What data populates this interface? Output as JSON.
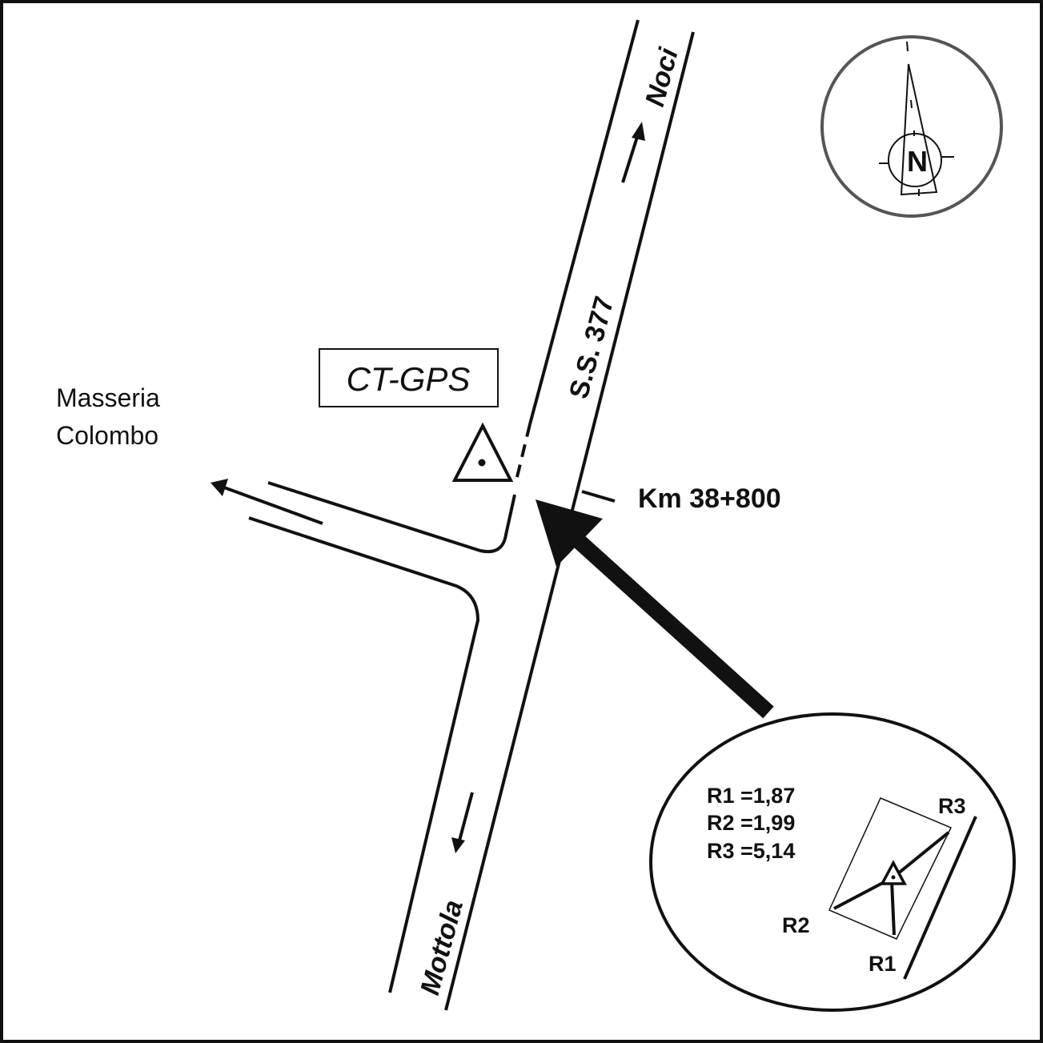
{
  "map": {
    "road_name": "S.S. 377",
    "destination_north": "Noci",
    "destination_south": "Mottola",
    "side_road_destination_line1": "Masseria",
    "side_road_destination_line2": "Colombo",
    "station_label": "CT-GPS",
    "kilometer_marker": "Km 38+800",
    "compass_label": "N"
  },
  "inset": {
    "measurements": [
      "R1 =1,87",
      "R2 =1,99",
      "R3 =5,14"
    ],
    "reference_labels": {
      "r1": "R1",
      "r2": "R2",
      "r3": "R3"
    }
  },
  "colors": {
    "ink": "#111111",
    "compass_ring": "#555555"
  }
}
